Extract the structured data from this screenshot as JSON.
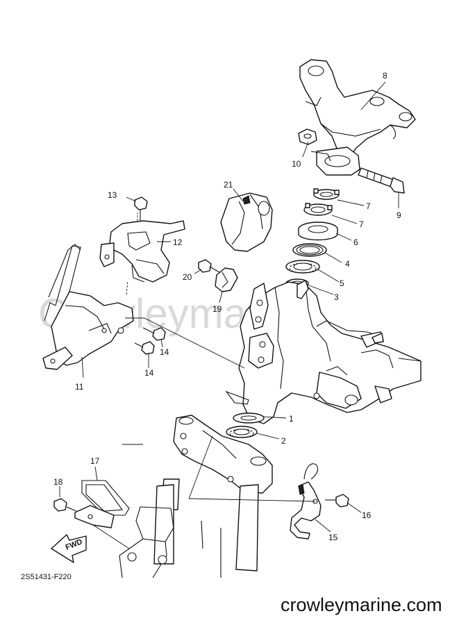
{
  "watermark": "Crowleymarine",
  "diagram_ref": "2S51431-F220",
  "site_name": "crowleymarine.com",
  "fwd_label": "FWD",
  "callouts": {
    "c1": "1",
    "c2": "2",
    "c3": "3",
    "c4": "4",
    "c5": "5",
    "c6": "6",
    "c7a": "7",
    "c7b": "7",
    "c8": "8",
    "c9": "9",
    "c10": "10",
    "c11": "11",
    "c12": "12",
    "c13": "13",
    "c14a": "14",
    "c14b": "14",
    "c15": "15",
    "c16": "16",
    "c17": "17",
    "c18": "18",
    "c19": "19",
    "c20": "20",
    "c21": "21"
  }
}
